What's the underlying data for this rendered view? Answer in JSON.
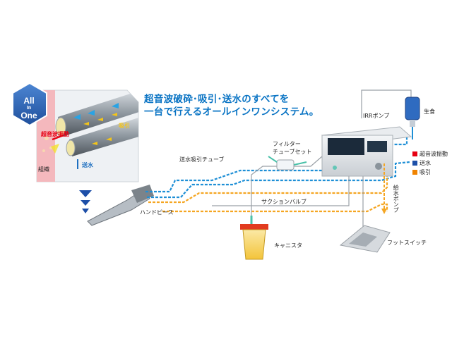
{
  "headline": {
    "line1": "超音波破砕･吸引･送水のすべてを",
    "line2": "一台で行えるオールインワンシステム。"
  },
  "badge": {
    "line1": "All",
    "line2": "In",
    "line3": "One"
  },
  "inset": {
    "vibration_label": "超音波振動",
    "suction_label": "吸引",
    "irrigation_label": "送水",
    "tissue_label": "組織"
  },
  "labels": {
    "irr_pump": "IRRポンプ",
    "saline": "生食",
    "filter_tube_set_1": "フィルター",
    "filter_tube_set_2": "チューブセット",
    "irrigation_suction_tube": "送水吸引チューブ",
    "handpiece": "ハンドピース",
    "suction_valve": "サクションバルブ",
    "canister": "キャニスタ",
    "foot_switch": "フットスイッチ",
    "water_pump": "給水ポンプ"
  },
  "legend": [
    {
      "label": "超音波振動",
      "color": "#e60012"
    },
    {
      "label": "送水",
      "color": "#1d4fa8"
    },
    {
      "label": "吸引",
      "color": "#f08300"
    }
  ],
  "colors": {
    "accent_blue": "#0a74c4",
    "tube_blue": "#1e8fd6",
    "tube_orange": "#f5a623",
    "tissue_pink": "#f4b8bd",
    "hex_blue": "#2b63b8"
  }
}
